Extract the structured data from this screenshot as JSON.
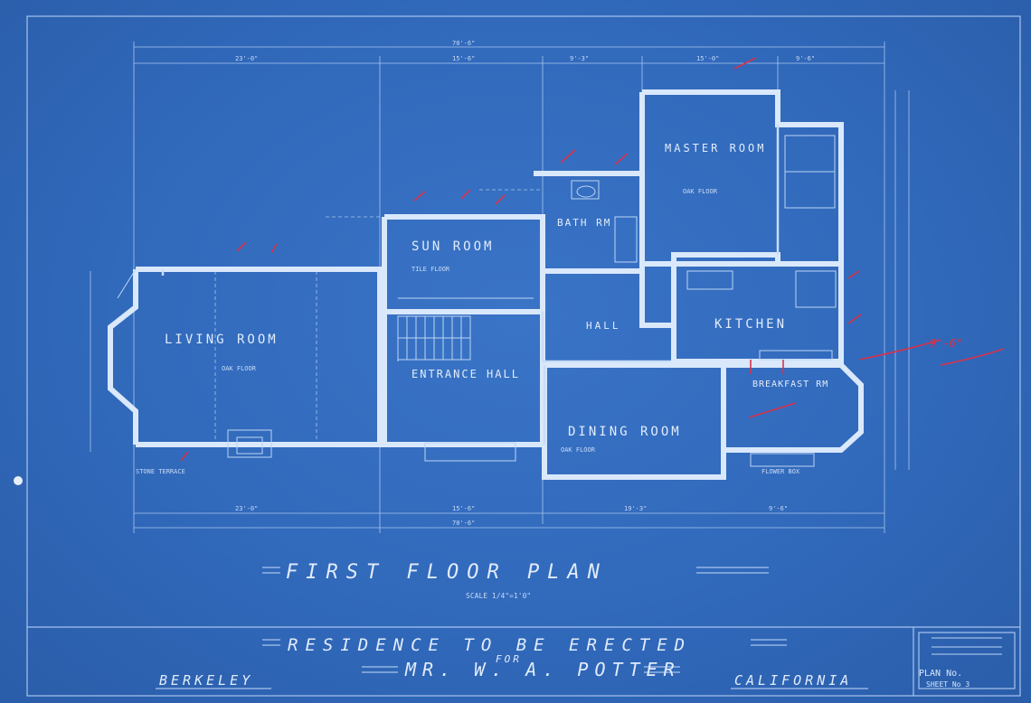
{
  "rooms": {
    "living_room": "LIVING ROOM",
    "sun_room": "SUN ROOM",
    "bath_rm": "BATH RM",
    "master_room": "MASTER ROOM",
    "entrance_hall": "ENTRANCE HALL",
    "hall": "HALL",
    "kitchen": "KITCHEN",
    "breakfast_rm": "BREAKFAST RM",
    "dining_room": "DINING ROOM"
  },
  "notes": {
    "oak_floor": "OAK FLOOR",
    "tile_floor": "TILE FLOOR",
    "stone_terrace": "STONE TERRACE",
    "flower_box": "FLOWER BOX"
  },
  "title_block": {
    "plan_title": "FIRST FLOOR PLAN",
    "scale": "SCALE 1/4\"=1'0\"",
    "residence": "RESIDENCE TO BE ERECTED",
    "for": "FOR",
    "owner": "MR. W. A. POTTER",
    "city": "BERKELEY",
    "state": "CALIFORNIA",
    "plan_no_label": "PLAN No.",
    "sheet": "SHEET No 3"
  },
  "annotations": {
    "red_dimension": "9'-6\""
  },
  "colors": {
    "blueprint_background": "#3169bb",
    "line_work": "#d9e8fb",
    "red_markup": "#d8324a"
  }
}
